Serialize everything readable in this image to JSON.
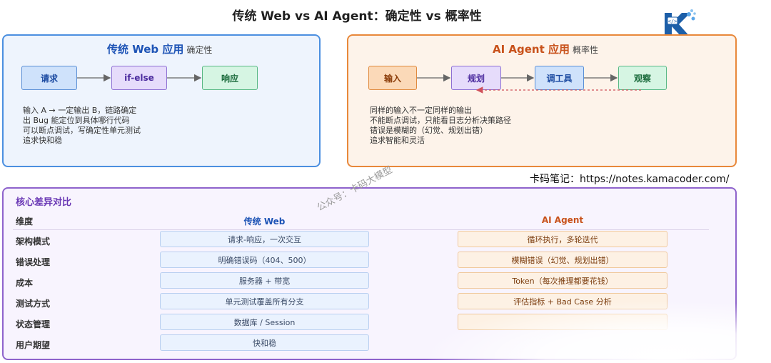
{
  "title": "传统 Web vs AI Agent：确定性 vs 概率性",
  "colors": {
    "web_accent": "#4b8fe0",
    "ai_accent": "#e8883a",
    "compare_accent": "#8e63cc"
  },
  "web_panel": {
    "title": "传统 Web 应用",
    "subtitle": "确定性",
    "nodes": [
      "请求",
      "if-else",
      "响应"
    ],
    "notes": [
      "输入 A → 一定输出 B，链路确定",
      "出 Bug 能定位到具体哪行代码",
      "可以断点调试，写确定性单元测试",
      "追求快和稳"
    ]
  },
  "ai_panel": {
    "title": "AI Agent 应用",
    "subtitle": "概率性",
    "nodes": [
      "输入",
      "规划",
      "调工具",
      "观察"
    ],
    "notes": [
      "同样的输入不一定同样的输出",
      "不能断点调试，只能看日志分析决策路径",
      "错误是模糊的（幻觉、规划出错）",
      "追求智能和灵活"
    ]
  },
  "brand_text": "卡码笔记：https://notes.kamacoder.com/",
  "watermark": "公众号：卡码大模型",
  "comparison": {
    "title": "核心差异对比",
    "headers": [
      "维度",
      "传统 Web",
      "AI Agent"
    ],
    "rows": [
      {
        "dimension": "架构模式",
        "web": "请求-响应，一次交互",
        "ai": "循环执行，多轮迭代"
      },
      {
        "dimension": "错误处理",
        "web": "明确错误码（404、500）",
        "ai": "模糊错误（幻觉、规划出错）"
      },
      {
        "dimension": "成本",
        "web": "服务器 + 带宽",
        "ai": "Token（每次推理都要花钱）"
      },
      {
        "dimension": "测试方式",
        "web": "单元测试覆盖所有分支",
        "ai": "评估指标 + Bad Case 分析"
      },
      {
        "dimension": "状态管理",
        "web": "数据库 / Session",
        "ai": ""
      },
      {
        "dimension": "用户期望",
        "web": "快和稳",
        "ai": ""
      }
    ]
  }
}
